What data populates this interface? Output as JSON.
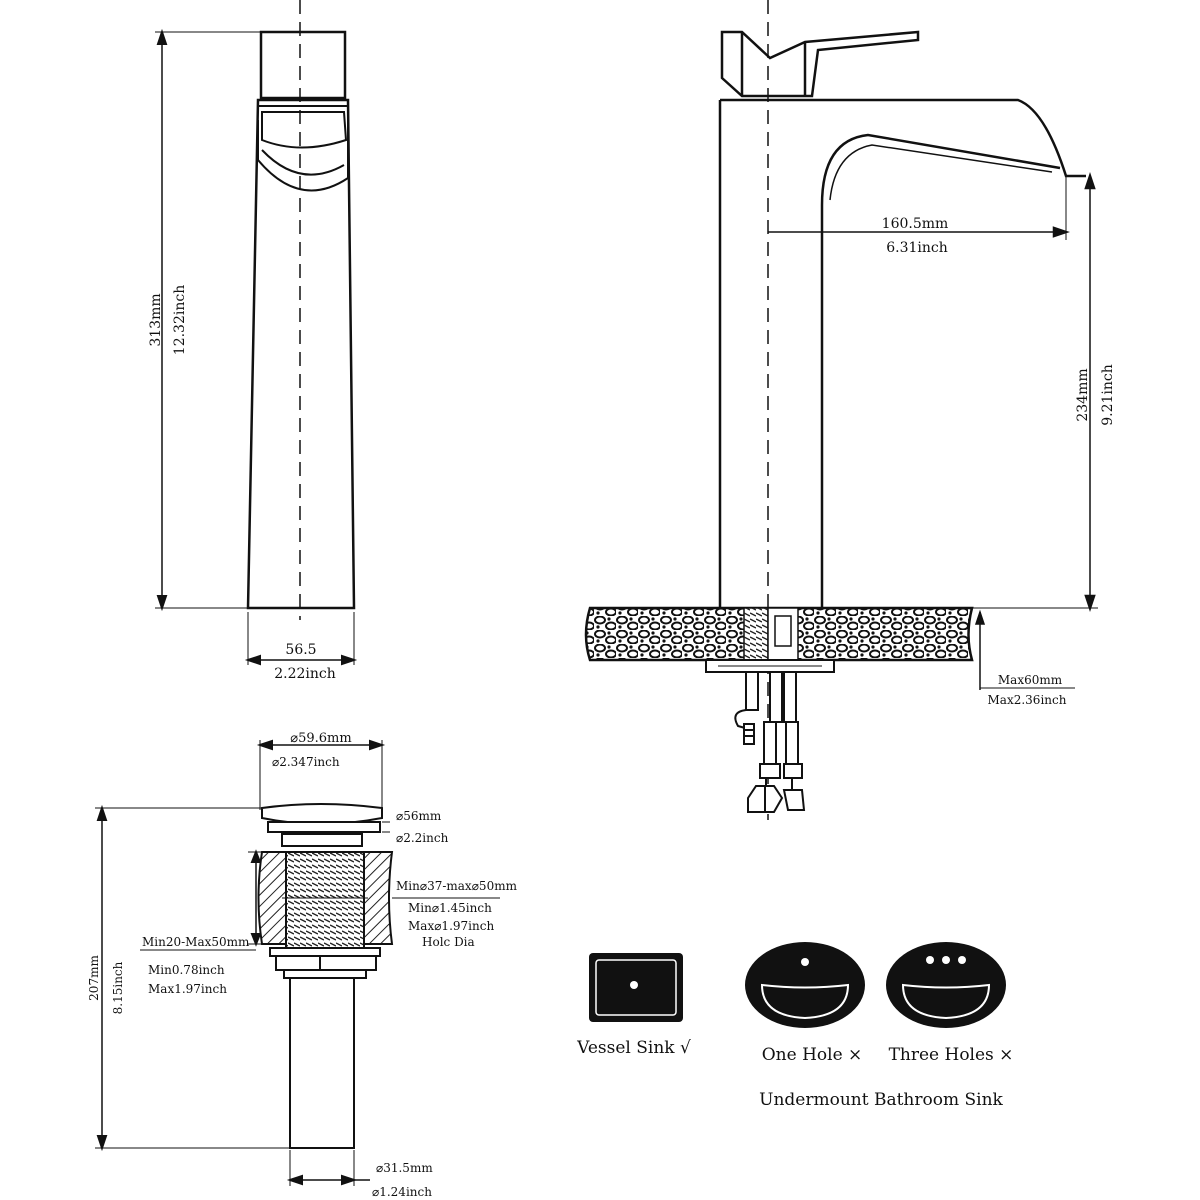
{
  "faucet_front": {
    "height_mm": "313mm",
    "height_inch": "12.32inch",
    "width_mm": "56.5",
    "width_inch": "2.22inch"
  },
  "faucet_side": {
    "reach_mm": "160.5mm",
    "reach_inch": "6.31inch",
    "spout_height_mm": "234mm",
    "spout_height_inch": "9.21inch",
    "deck_mm": "Max60mm",
    "deck_inch": "Max2.36inch"
  },
  "drain": {
    "cap_mm": "⌀59.6mm",
    "cap_inch": "⌀2.347inch",
    "flange_mm": "⌀56mm",
    "flange_inch": "⌀2.2inch",
    "hole_mm": "Min⌀37-max⌀50mm",
    "hole_min_inch": "Min⌀1.45inch",
    "hole_max_inch": "Max⌀1.97inch",
    "hole_label": "Holc Dia",
    "thick_mm": "Min20-Max50mm",
    "thick_min_inch": "Min0.78inch",
    "thick_max_inch": "Max1.97inch",
    "height_mm": "207mm",
    "height_inch": "8.15inch",
    "pipe_mm": "⌀31.5mm",
    "pipe_inch": "⌀1.24inch"
  },
  "sinks": {
    "vessel": "Vessel Sink √",
    "one_hole": "One Hole ×",
    "three_holes": "Three Holes ×",
    "undermount": "Undermount Bathroom Sink"
  }
}
